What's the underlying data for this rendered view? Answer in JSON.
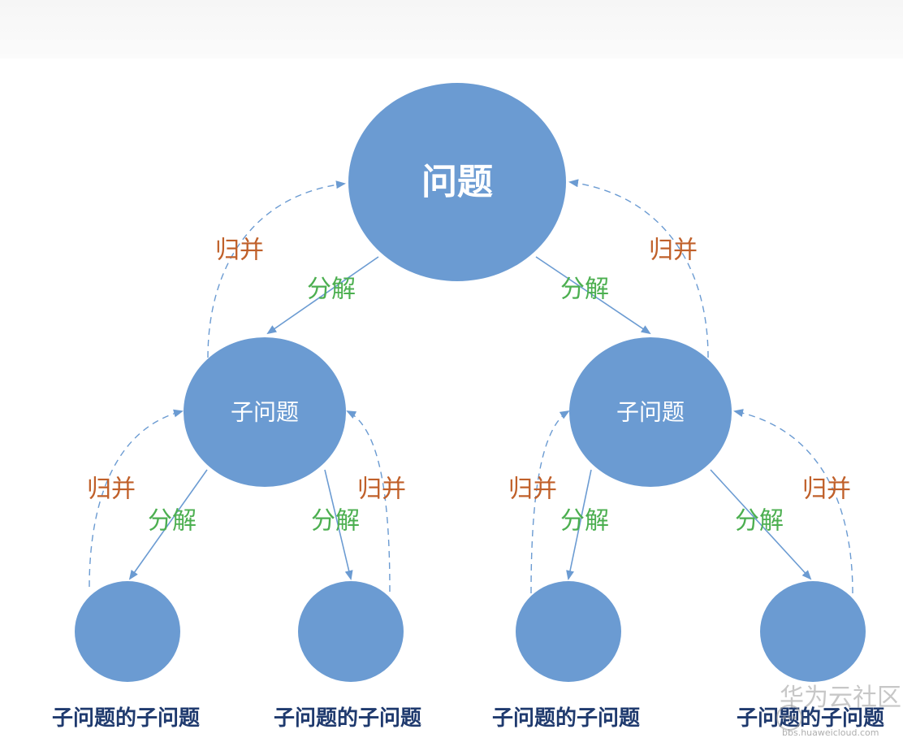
{
  "nodes": {
    "root": {
      "label": "问题"
    },
    "left_sub": {
      "label": "子问题"
    },
    "right_sub": {
      "label": "子问题"
    },
    "leaf_captions": [
      "子问题的子问题",
      "子问题的子问题",
      "子问题的子问题",
      "子问题的子问题"
    ]
  },
  "edges": {
    "split_label": "分解",
    "merge_label": "归并"
  },
  "watermark": {
    "text": "华为云社区",
    "url": "bbs.huaweicloud.com"
  },
  "colors": {
    "node_fill": "#6b9bd2",
    "split_text": "#4caf50",
    "merge_text": "#c0602a",
    "caption_text": "#1f3a6e"
  }
}
